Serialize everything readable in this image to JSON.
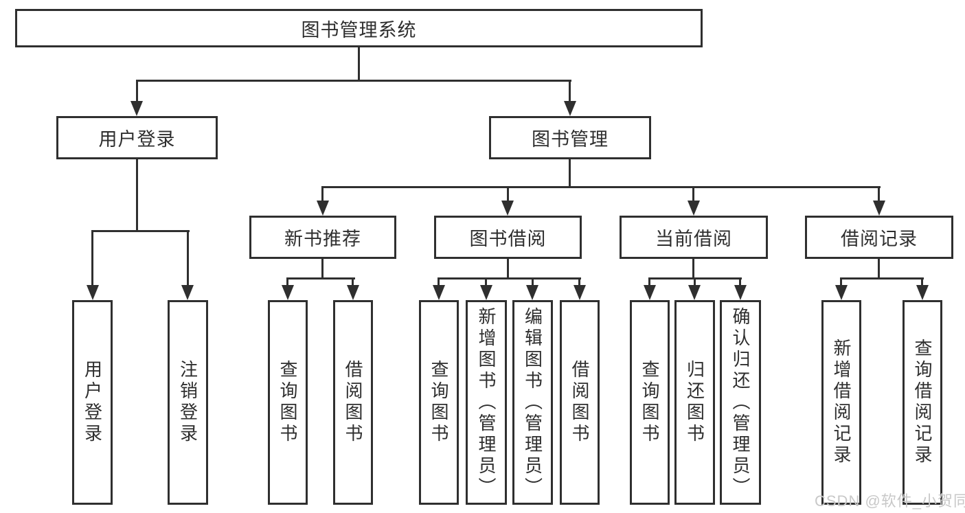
{
  "diagram": {
    "root": {
      "label": "图书管理系统"
    },
    "branches": [
      {
        "label": "用户登录",
        "children": [
          {
            "label": "用户登录"
          },
          {
            "label": "注销登录"
          }
        ]
      },
      {
        "label": "图书管理",
        "children": [
          {
            "label": "新书推荐",
            "children": [
              {
                "label": "查询图书"
              },
              {
                "label": "借阅图书"
              }
            ]
          },
          {
            "label": "图书借阅",
            "children": [
              {
                "label": "查询图书"
              },
              {
                "label": "新增图书（管理员）"
              },
              {
                "label": "编辑图书（管理员）"
              },
              {
                "label": "借阅图书"
              }
            ]
          },
          {
            "label": "当前借阅",
            "children": [
              {
                "label": "查询图书"
              },
              {
                "label": "归还图书"
              },
              {
                "label": "确认归还（管理员）"
              }
            ]
          },
          {
            "label": "借阅记录",
            "children": [
              {
                "label": "新增借阅记录"
              },
              {
                "label": "查询借阅记录"
              }
            ]
          }
        ]
      }
    ]
  },
  "watermark": {
    "text": "CSDN @软件_小贺同学"
  },
  "colors": {
    "line": "#2f2f2f",
    "box_border": "#2f2f2f",
    "box_fill": "#ffffff",
    "text": "#2e2e2e",
    "watermark": "#c8c8c8"
  }
}
